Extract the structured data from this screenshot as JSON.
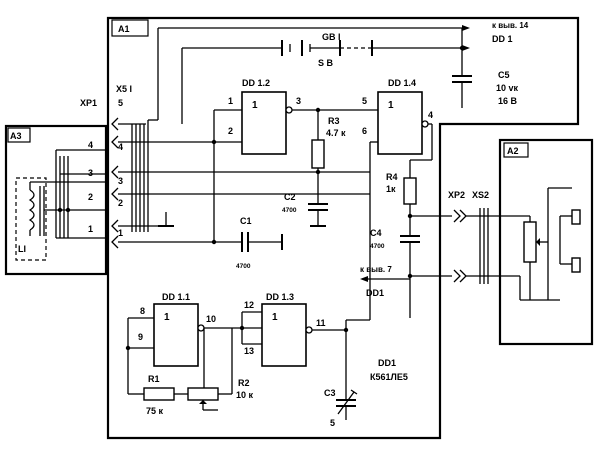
{
  "blocks": {
    "a1": "A1",
    "a2": "A2",
    "a3": "A3"
  },
  "connectors": {
    "xp1": "XP1",
    "x5": "X5 I",
    "x5_pin": "5",
    "xp2": "XP2",
    "xs2": "XS2"
  },
  "pins": {
    "p4": "4",
    "p3": "3",
    "p2": "2",
    "p1": "1"
  },
  "battery": {
    "name": "GB I",
    "switch": "S B"
  },
  "top_note": {
    "line1": "к выв. 14",
    "line2": "DD 1"
  },
  "c5": {
    "name": "C5",
    "value1": "10 vк",
    "value2": "16 В"
  },
  "gates": {
    "dd12": {
      "name": "DD 1.2",
      "mark": "1",
      "in1": "1",
      "in2": "2",
      "out": "3"
    },
    "dd14": {
      "name": "DD 1.4",
      "mark": "1",
      "in1": "5",
      "in2": "6",
      "out": "4"
    },
    "dd11": {
      "name": "DD 1.1",
      "mark": "1",
      "in1": "8",
      "in2": "9",
      "out": "10"
    },
    "dd13": {
      "name": "DD 1.3",
      "mark": "1",
      "in1": "12",
      "in2": "13",
      "out": "11"
    }
  },
  "r3": {
    "name": "R3",
    "value": "4.7 к"
  },
  "c2": {
    "name": "C2",
    "value": "4700"
  },
  "c1": {
    "name": "C1",
    "value": "4700"
  },
  "r4": {
    "name": "R4",
    "value": "1к"
  },
  "c4": {
    "name": "C4",
    "value": "4700"
  },
  "gnd_note": {
    "line1": "к выв. 7",
    "line2": "DD1"
  },
  "r1": {
    "name": "R1",
    "value": "75 к"
  },
  "r2": {
    "name": "R2",
    "value": "10 к"
  },
  "c3": {
    "name": "C3",
    "pin": "5"
  },
  "chip": {
    "name": "DD1",
    "type": "К561ЛЕ5"
  },
  "coil": {
    "name": "LI"
  }
}
